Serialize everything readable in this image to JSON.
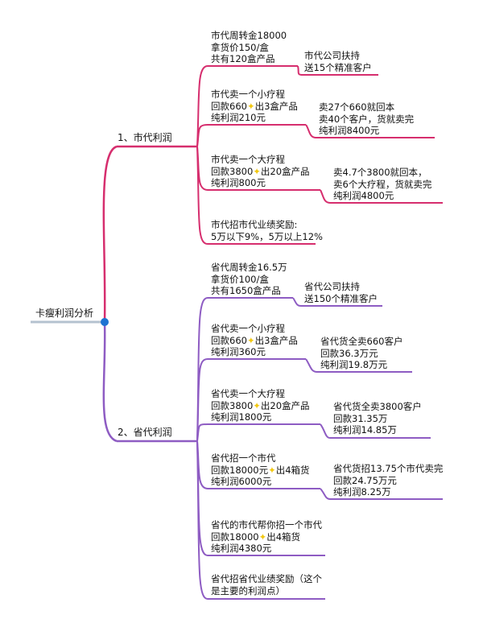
{
  "root": {
    "label": "卡瘦利润分析"
  },
  "colors": {
    "branch1": "#d62e6e",
    "branch2": "#8e5cc3",
    "root_line": "#b4c2cf",
    "root_node": "#1e73d2",
    "sparkle": "#f2c811"
  },
  "branches": [
    {
      "label": "1、市代利润",
      "children": [
        {
          "lines": [
            "市代周转金18000",
            "拿货价150/盒",
            "共有120盒产品"
          ],
          "note": [
            "市代公司扶持",
            "送15个精准客户"
          ]
        },
        {
          "lines": [
            "市代卖一个小疗程",
            "回款660",
            "出3盒产品",
            "纯利润210元"
          ],
          "note": [
            "卖27个660就回本",
            "卖40个客户，货就卖完",
            "纯利润8400元"
          ]
        },
        {
          "lines": [
            "市代卖一个大疗程",
            "回款3800",
            "出20盒产品",
            "纯利润800元"
          ],
          "note": [
            "卖4.7个3800就回本，",
            "卖6个大疗程，货就卖完",
            "纯利润4800元"
          ]
        },
        {
          "lines": [
            "市代招市代业绩奖励:",
            "5万以下9%，5万以上12%"
          ]
        }
      ]
    },
    {
      "label": "2、省代利润",
      "children": [
        {
          "lines": [
            "省代周转金16.5万",
            "拿货价100/盒",
            "共有1650盒产品"
          ],
          "note": [
            "省代公司扶持",
            "送150个精准客户"
          ]
        },
        {
          "lines": [
            "省代卖一个小疗程",
            "回款660",
            "出3盒产品",
            "纯利润360元"
          ],
          "note": [
            "省代货全卖660客户",
            "回款36.3万元",
            "纯利润19.8万元"
          ]
        },
        {
          "lines": [
            "省代卖一个大疗程",
            "回款3800",
            "出20盒产品",
            "纯利润1800元"
          ],
          "note": [
            "省代货全卖3800客户",
            "回款31.35万",
            "纯利润14.85万"
          ]
        },
        {
          "lines": [
            "省代招一个市代",
            "回款18000元",
            "出4箱货",
            "纯利润6000元"
          ],
          "note": [
            "省代货招13.75个市代卖完",
            "回款24.75万元",
            "纯利润8.25万"
          ]
        },
        {
          "lines": [
            "省代的市代帮你招一个市代",
            "回款18000",
            "出4箱货",
            "纯利润4380元"
          ]
        },
        {
          "lines": [
            "省代招省代业绩奖励（这个",
            "是主要的利润点）"
          ]
        }
      ]
    }
  ]
}
